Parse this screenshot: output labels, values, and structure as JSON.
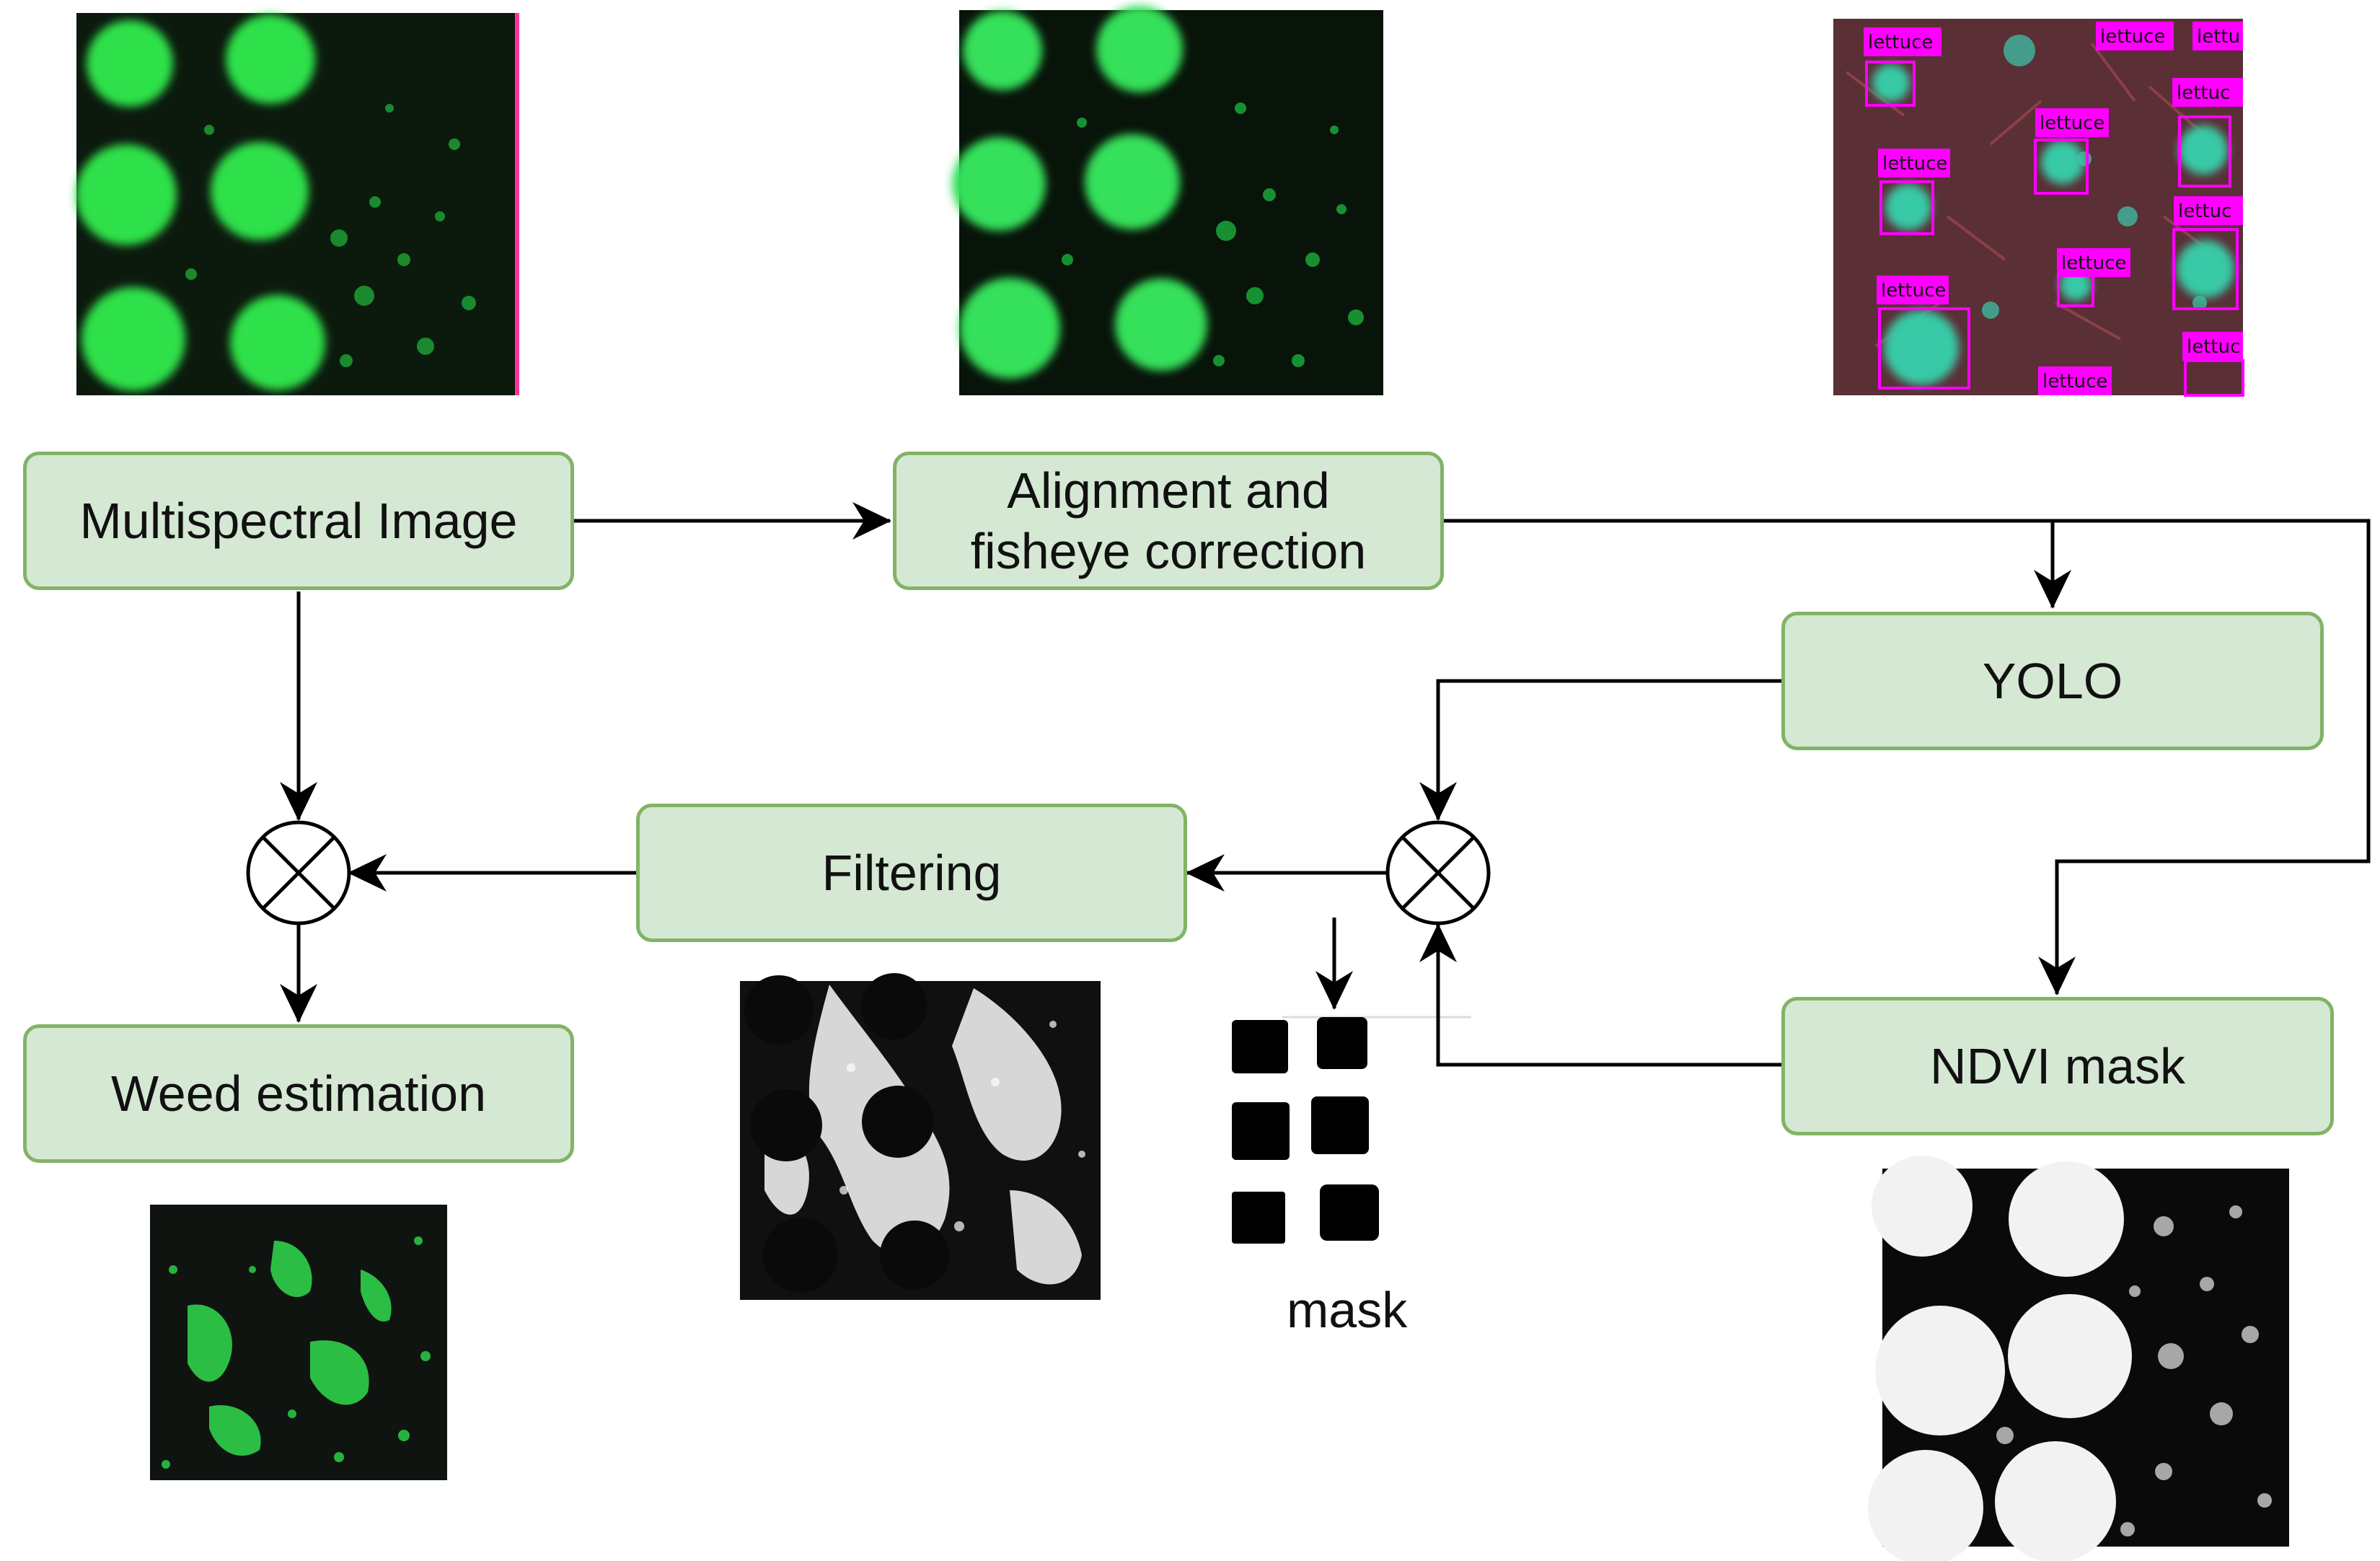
{
  "nodes": {
    "multispectral": "Multispectral Image",
    "alignment": "Alignment and\nfisheye correction",
    "yolo": "YOLO",
    "filtering": "Filtering",
    "ndvi": "NDVI mask",
    "weed": "Weed estimation"
  },
  "labels": {
    "mask": "mask",
    "lettuce": "lettuce",
    "lettuce_cut_1": "lettu",
    "lettuce_cut_2": "lettuc"
  },
  "colors": {
    "node_fill": "#d5e8d4",
    "node_border": "#82b366",
    "edge": "#000000",
    "yolo_box": "#ff00ff",
    "plant_green": "#2ee04a"
  },
  "icons": {
    "combine": "circled-times-icon"
  }
}
